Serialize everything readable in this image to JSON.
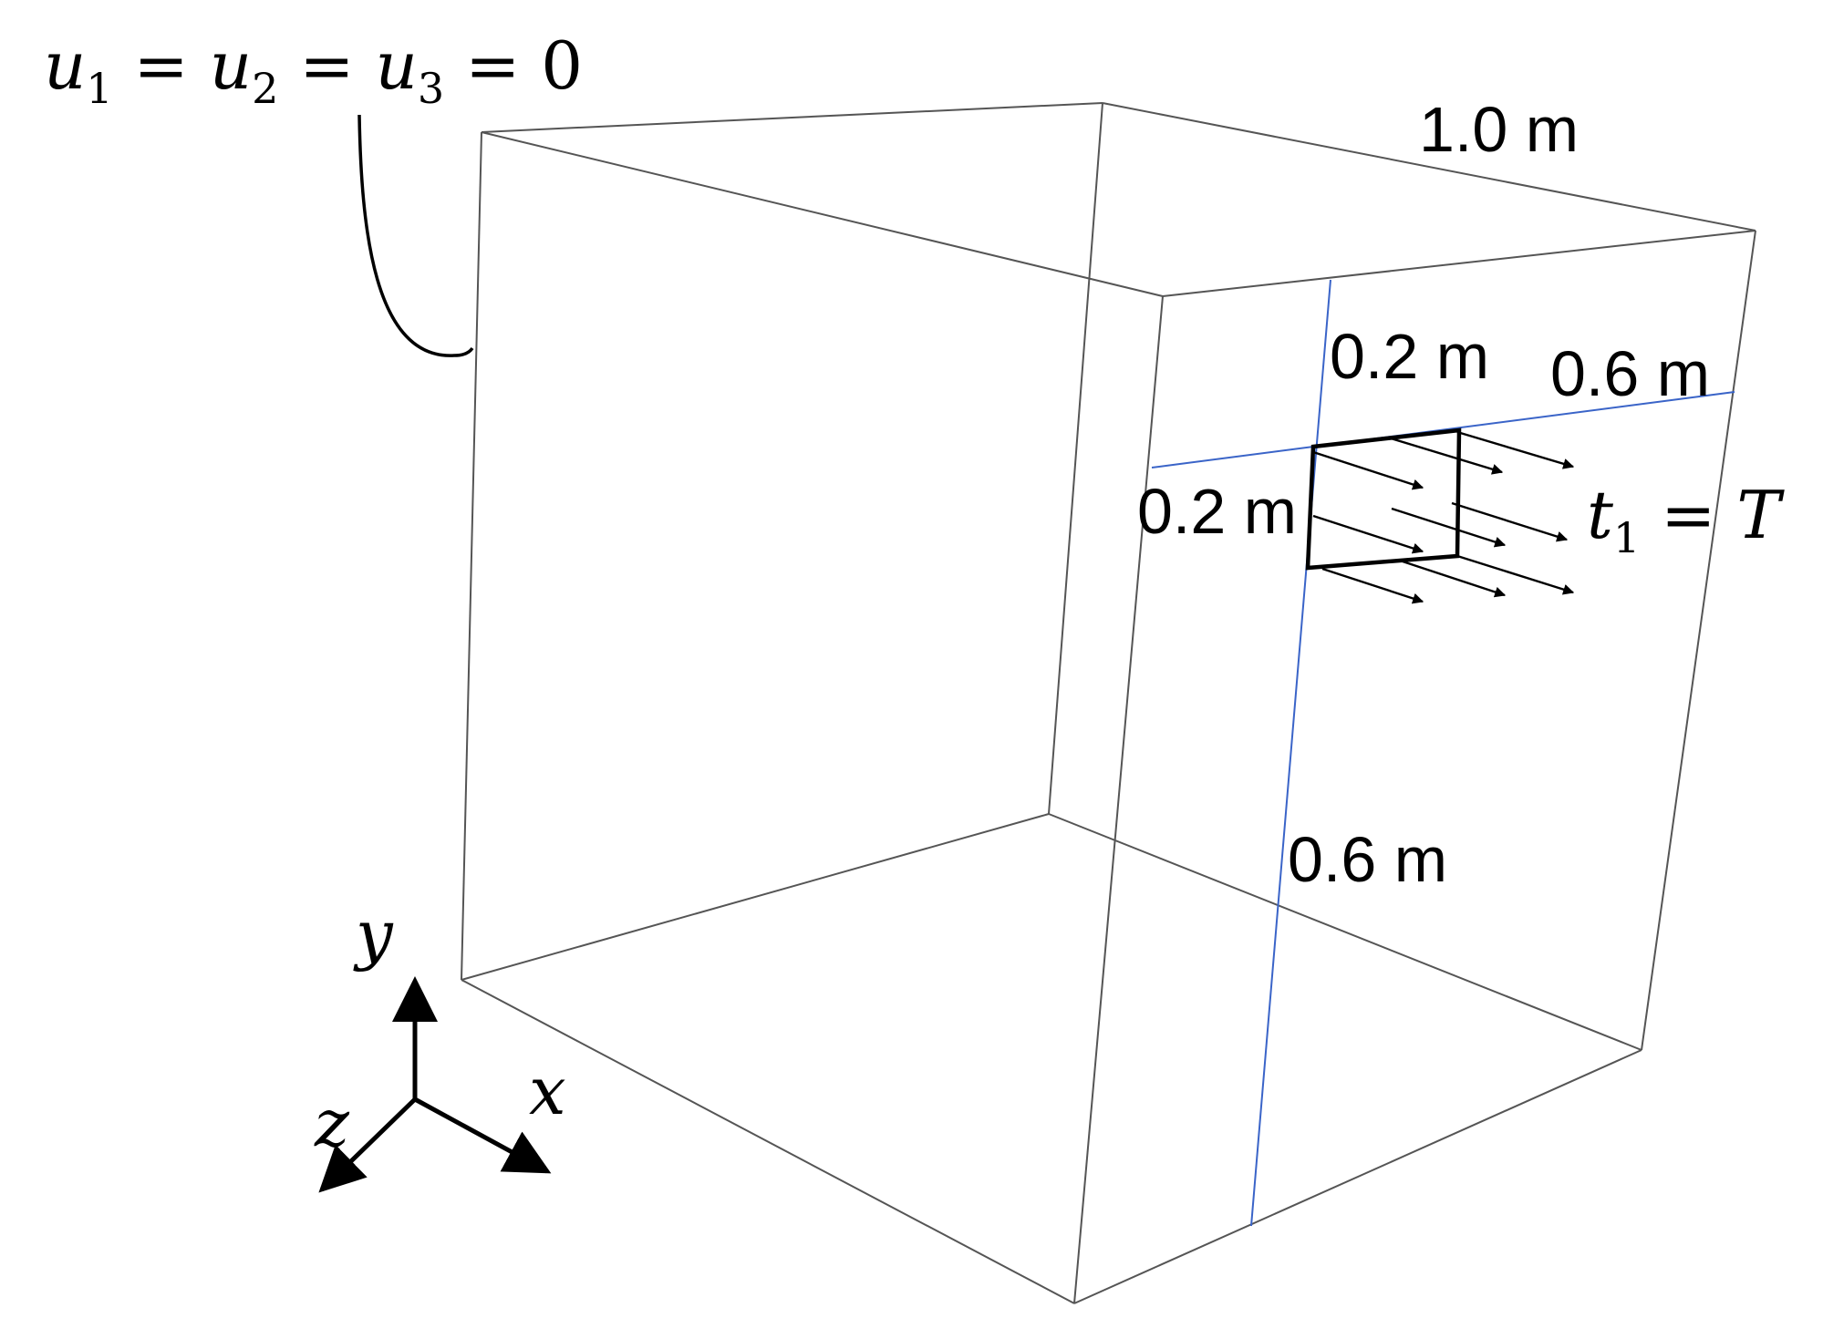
{
  "labels": {
    "boundary_condition": {
      "u": "u",
      "eq": " = ",
      "zero": "0",
      "sub1": "1",
      "sub2": "2",
      "sub3": "3"
    },
    "traction": {
      "t": "t",
      "sub1": "1",
      "eq": " = ",
      "T": "T"
    },
    "dim_width": "1.0 m",
    "dim_patch_width": "0.2 m",
    "dim_patch_height": "0.2 m",
    "dim_offset_horizontal": "0.6 m",
    "dim_offset_vertical": "0.6 m",
    "axis_x": "x",
    "axis_y": "y",
    "axis_z": "z"
  },
  "colors": {
    "edges": "#555555",
    "guides": "#3a64c8",
    "patch": "#000000",
    "arrows": "#000000"
  }
}
